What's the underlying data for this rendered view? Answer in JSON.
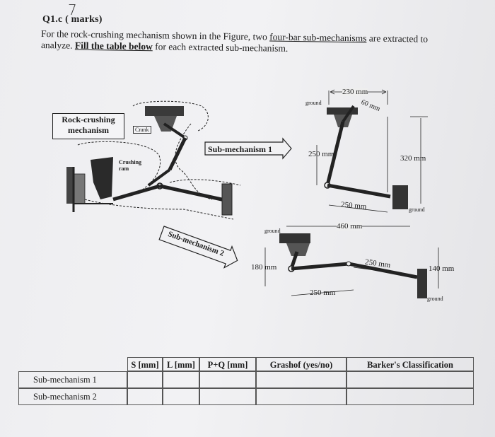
{
  "question": {
    "marks_handwritten": "7",
    "title_prefix": "Q1.c (",
    "title_suffix": " marks)",
    "line1_a": "For the rock-crushing mechanism shown in the Figure, two ",
    "line1_u": "four-bar sub-mechanisms",
    "line1_b": " are extracted to",
    "line2_a": "analyze. ",
    "line2_u": "Fill the table below",
    "line2_b": " for each extracted sub-mechanism."
  },
  "figure": {
    "rock_box": "Rock-crushing mechanism",
    "crank": "Crank",
    "crushing_ram": "Crushing ram",
    "sub1_arrow": "Sub-mechanism 1",
    "sub2_arrow": "Sub-mechanism 2",
    "sub1": {
      "ground_top": "ground",
      "dim_230": "230 mm",
      "dim_60": "60 mm",
      "dim_250_left": "250 mm",
      "dim_320": "320 mm",
      "dim_250_bottom": "250 mm",
      "ground_right": "ground"
    },
    "sub2": {
      "ground_top": "ground",
      "dim_460": "460 mm",
      "dim_180": "180 mm",
      "dim_250_right": "250 mm",
      "dim_140": "140 mm",
      "dim_250_bottom": "250 mm",
      "ground_right": "ground"
    }
  },
  "table": {
    "headers": [
      "S [mm]",
      "L [mm]",
      "P+Q [mm]",
      "Grashof (yes/no)",
      "Barker's Classification"
    ],
    "rows": [
      "Sub-mechanism 1",
      "Sub-mechanism 2"
    ]
  }
}
